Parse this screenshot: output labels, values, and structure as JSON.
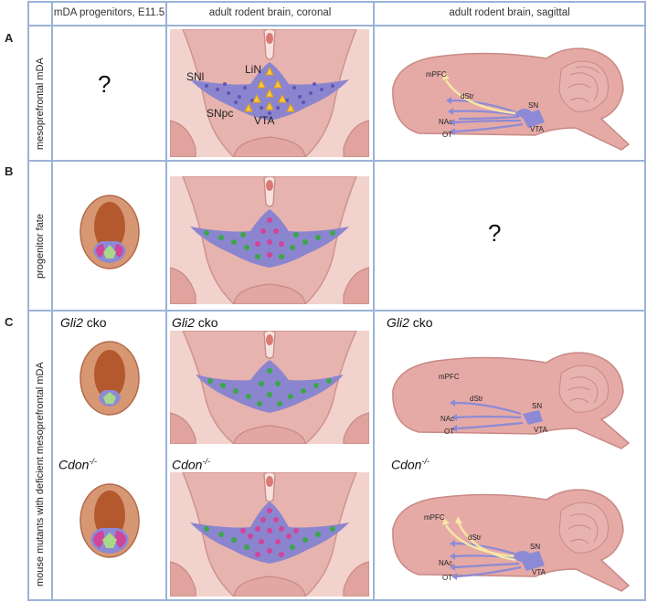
{
  "headers": {
    "col1": "mDA progenitors, E11.5",
    "col2": "adult rodent brain, coronal",
    "col3": "adult rodent brain, sagittal"
  },
  "rows": {
    "a": {
      "letter": "A",
      "label": "mesoprefrontal mDA"
    },
    "b": {
      "letter": "B",
      "label": "progenitor fate"
    },
    "c": {
      "letter": "C",
      "label": "mouse mutants with deficient mesoprefrontal mDA"
    }
  },
  "question_mark": "?",
  "coronal_labels": {
    "sni": "SNl",
    "lin": "LiN",
    "snpc": "SNpc",
    "vta": "VTA"
  },
  "sagittal_labels": {
    "mpfc": "mPFC",
    "dstr": "dStr",
    "nac": "NAc",
    "ot": "OT",
    "sn": "SN",
    "vta": "VTA"
  },
  "mutants": {
    "gli2_gene": "Gli2",
    "gli2_suffix": " cko",
    "cdon_gene": "Cdon",
    "cdon_sup": "-/-"
  },
  "colors": {
    "grid": "#9bb3d6",
    "brain_fill": "#e5aaa6",
    "brain_stroke": "#c98985",
    "da_region": "#8b85cf",
    "projection": "#8c8ad6",
    "mesocortical": "#f6e7a6",
    "progenitor_green": "#a8d888",
    "progenitor_magenta": "#d0449a",
    "progenitor_outer": "#d79772",
    "progenitor_inner": "#b4582e"
  }
}
